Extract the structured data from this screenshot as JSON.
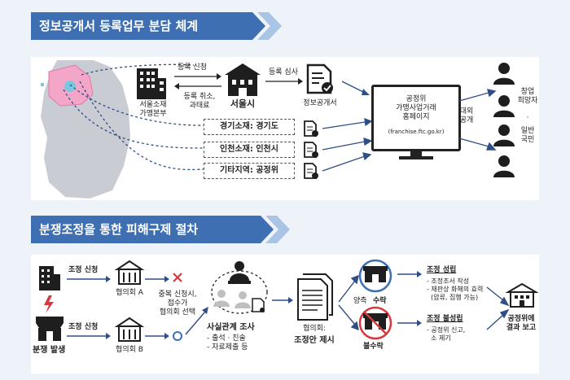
{
  "section1": {
    "title": "정보공개서 등록업무 분담 체계",
    "hq_label": "서울소재\n가맹본부",
    "reg_request": "등록 신청",
    "reg_cancel": "등록 취소,\n과태료",
    "seoul": "서울시",
    "reg_review": "등록 심사",
    "disclosure_doc": "정보공개서",
    "gyeonggi": "경기소재: 경기도",
    "incheon": "인천소재: 인천시",
    "other": "기타지역: 공정위",
    "website": "공정위\n가맹사업거래\n홈페이지",
    "website_url": "(franchise.ftc.go.kr)",
    "public_disclosure": "대외\n공개",
    "audience": [
      "창업\n희망자",
      "·",
      "일반\n국민"
    ]
  },
  "section2": {
    "title": "분쟁조정을 통한 피해구제 절차",
    "apply1": "조정 신청",
    "apply2": "조정 신청",
    "dispute": "분쟁 발생",
    "council_a": "협의회 A",
    "council_b": "협의회 B",
    "duplicate_note": "중복 신청시,\n접수가\n협의회 선택",
    "investigation_title": "사실관계 조사",
    "investigation_items": "- 출석 · 진술\n- 자료제출 등",
    "proposal_prefix": "협의회:",
    "proposal": "조정안 제시",
    "accept_prefix": "양측",
    "accept": "수락",
    "reject": "불수락",
    "success_title": "조정 성립",
    "success_items": "- 조정조서 작성\n- 재판상 화해의 효력\n  (압류, 집행 가능)",
    "fail_title": "조정 불성립",
    "fail_items": "- 공정위 신고,\n  소 제기",
    "report": "공정위에\n결과 보고"
  },
  "colors": {
    "banner": "#3e6fb2",
    "background": "#eef3fa",
    "arrow": "#2f4e86",
    "map_highlight": "#f3a6c8",
    "reject_red": "#d9363e"
  }
}
